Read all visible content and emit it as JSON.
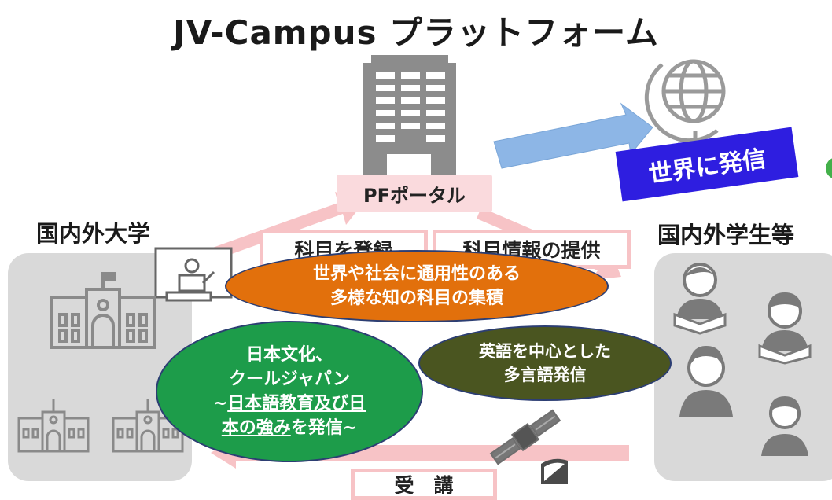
{
  "title": "JV-Campus プラットフォーム",
  "portal_label": "PFポータル",
  "send_world_label": "世界に発信",
  "left_section_label": "国内外大学",
  "right_section_label": "国内外学生等",
  "register_label": "科目を登録",
  "provide_label": "科目情報の提供",
  "attend_label": "受　講",
  "ellipse_orange": {
    "line1": "世界や社会に通用性のある",
    "line2": "多様な知の科目の集積"
  },
  "ellipse_green": {
    "line1": "日本文化、",
    "line2": "クールジャパン",
    "line3a": "~",
    "line3b": "日本語教育及び日",
    "line4a": "本の強み",
    "line4b": "を発信~"
  },
  "ellipse_olive": {
    "line1": "英語を中心とした",
    "line2": "多言語発信"
  },
  "colors": {
    "orange": "#e2700c",
    "green": "#1d9c4a",
    "olive": "#4a5520",
    "blue_banner": "#2e1ee0",
    "pink": "#f7c3c6",
    "gray_box": "#d9d9d9"
  }
}
